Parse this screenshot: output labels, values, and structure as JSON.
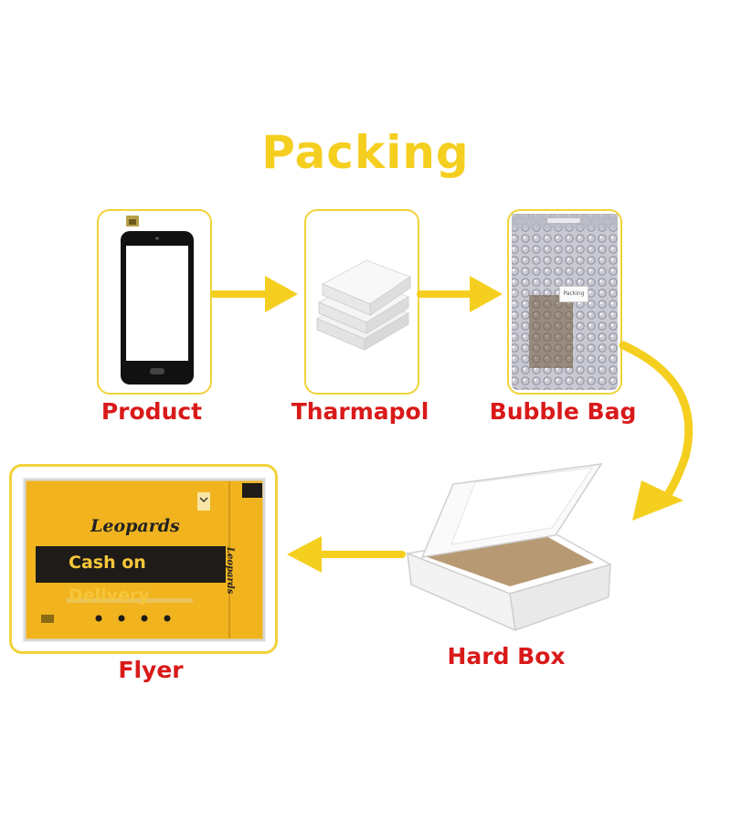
{
  "title": "Packing",
  "steps": [
    {
      "label": "Product",
      "icon": "phone-screen-icon"
    },
    {
      "label": "Tharmapol",
      "icon": "foam-sheets-icon"
    },
    {
      "label": "Bubble Bag",
      "icon": "bubble-bag-icon"
    },
    {
      "label": "Hard Box",
      "icon": "cardboard-box-icon"
    },
    {
      "label": "Flyer",
      "icon": "courier-flyer-icon"
    }
  ],
  "flyer": {
    "brand": "Leopards",
    "headline": "Cash on Delivery",
    "side_brand": "Leopards"
  },
  "bubble_bag_tag": "Packing",
  "colors": {
    "title": "#f5cf1f",
    "labels": "#d91a1a",
    "arrows": "#f5cf1f",
    "frames": "#f2d23a",
    "flyer": "#f1b41f"
  }
}
